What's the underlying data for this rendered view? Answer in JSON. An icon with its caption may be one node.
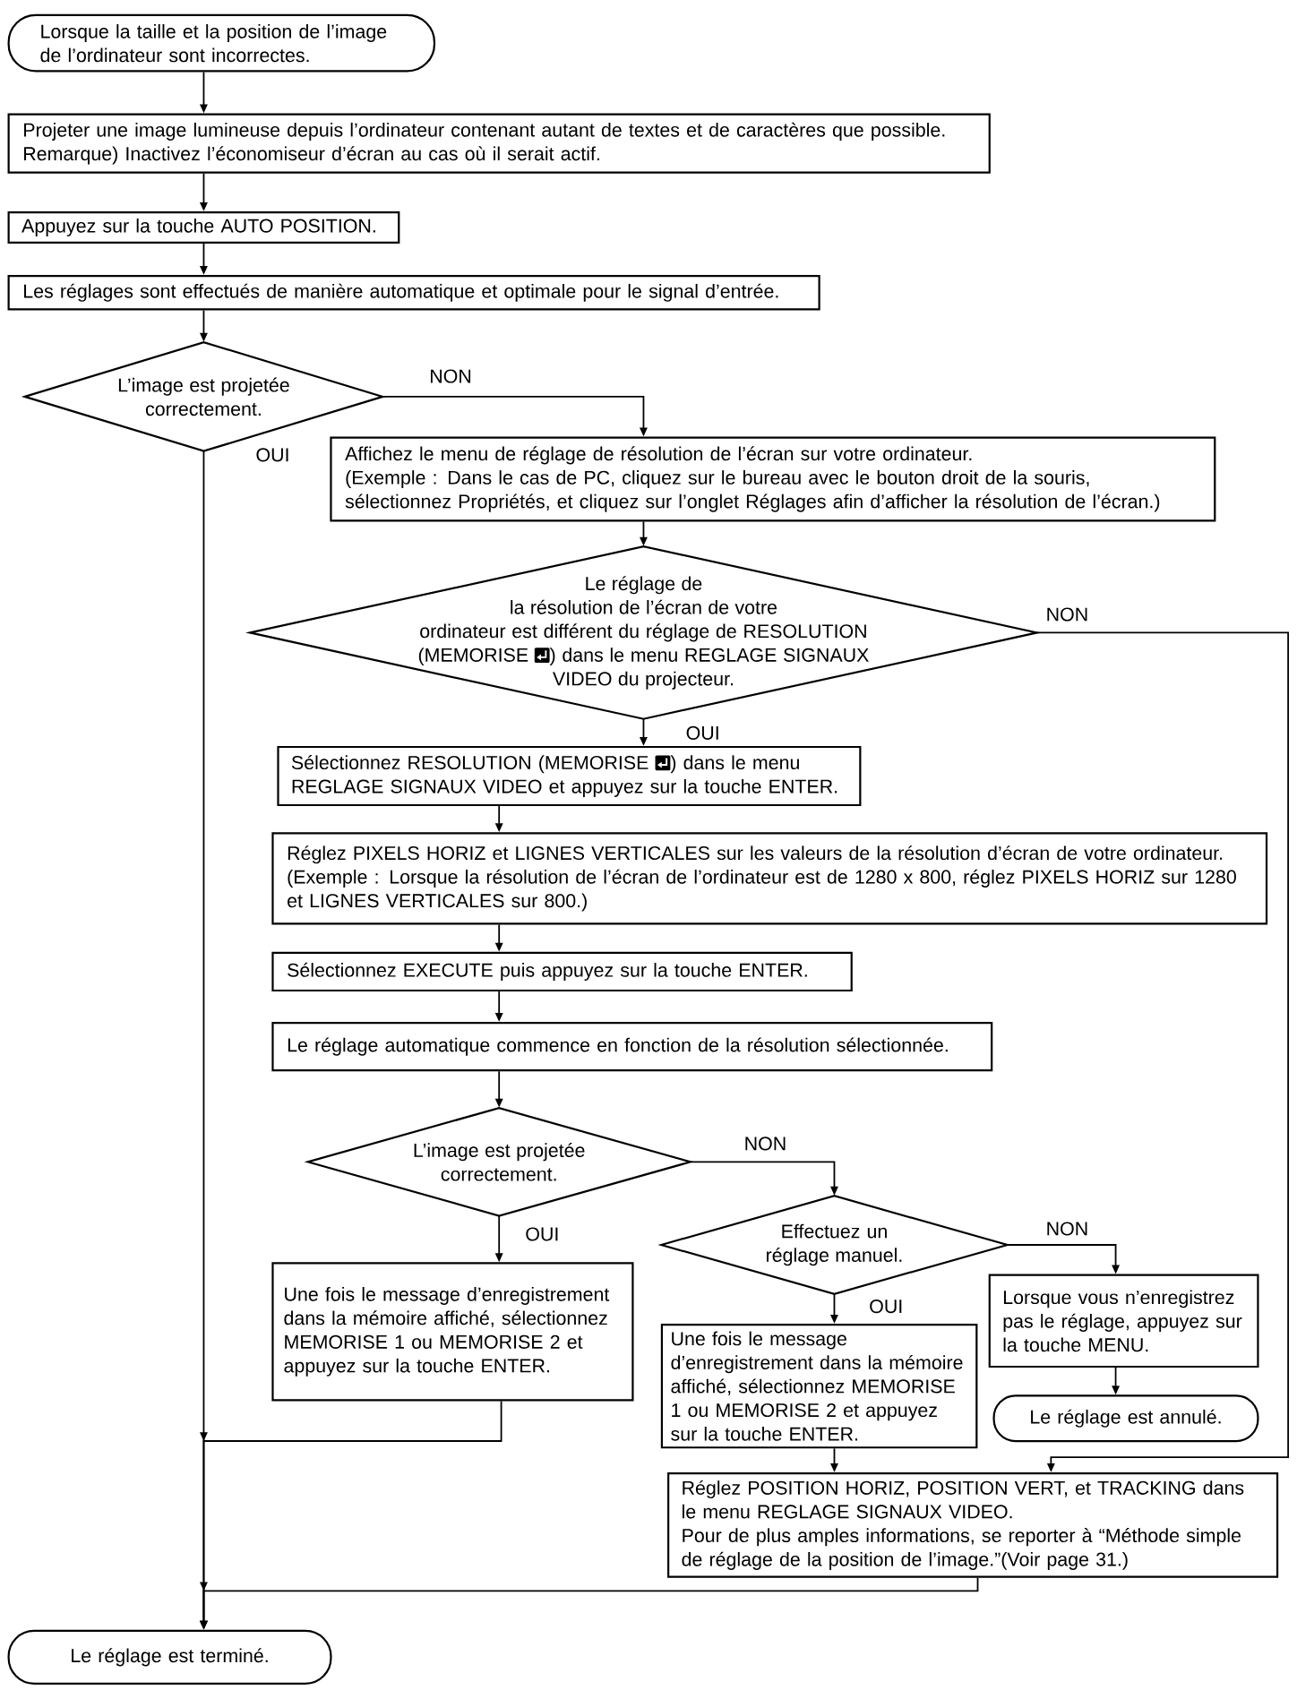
{
  "diagram": {
    "nodes": [
      {
        "text": [
          "Lorsque la taille et la position de l’image de l’ordinateur sont incorrectes."
        ]
      },
      {
        "text": [
          "Projeter une image lumineuse depuis l’ordinateur contenant autant de textes et de caractères que possible.",
          "Remarque) Inactivez l’économiseur d’écran au cas où il serait actif."
        ]
      },
      {
        "text": [
          "Appuyez sur la touche AUTO POSITION."
        ]
      },
      {
        "text": [
          "Les réglages sont effectués de manière automatique et optimale pour le signal d’entrée."
        ]
      },
      {
        "text": [
          "L’image est projetée correctement."
        ]
      },
      {
        "text": [
          "Affichez le menu de réglage de résolution de l’écran sur votre ordinateur.",
          "(Exemple : Dans le cas de PC, cliquez sur le bureau avec le bouton droit de la souris, sélectionnez Propriétés, et cliquez sur l’onglet Réglages afin d’afficher la résolution de l’écran.)"
        ]
      },
      {
        "text": [
          "Le réglage de la résolution de l’écran de votre ordinateur est différent du réglage de RESOLUTION (MEMORISE",
          ") dans le menu REGLAGE SIGNAUX VIDEO du projecteur."
        ]
      },
      {
        "text": [
          "Sélectionnez RESOLUTION (MEMORISE",
          ") dans le menu REGLAGE SIGNAUX VIDEO et appuyez sur la touche ENTER."
        ]
      },
      {
        "text": [
          "Réglez PIXELS HORIZ et LIGNES VERTICALES sur les valeurs de la résolution d’écran de votre ordinateur.",
          "(Exemple : Lorsque la résolution de l’écran de l’ordinateur est de 1280 x 800, réglez PIXELS HORIZ sur 1280 et LIGNES VERTICALES sur 800.)"
        ]
      },
      {
        "text": [
          "Sélectionnez EXECUTE puis appuyez sur la touche ENTER."
        ]
      },
      {
        "text": [
          "Le réglage automatique commence en fonction de la résolution sélectionnée."
        ]
      },
      {
        "text": [
          "L’image est projetée correctement."
        ]
      },
      {
        "text": [
          "Effectuez un réglage manuel."
        ]
      },
      {
        "text": [
          "Une fois le message d’enregistrement dans la mémoire affiché, sélectionnez MEMORISE 1 ou MEMORISE 2 et appuyez sur la touche ENTER."
        ]
      },
      {
        "text": [
          "Une fois le message d’enregistrement dans la mémoire affiché, sélectionnez MEMORISE 1 ou MEMORISE 2 et appuyez sur la touche ENTER."
        ]
      },
      {
        "text": [
          "Lorsque vous n’enregistrez pas le réglage, appuyez sur la touche MENU."
        ]
      },
      {
        "text": [
          "Le réglage est annulé."
        ]
      },
      {
        "text": [
          "Réglez POSITION HORIZ, POSITION VERT, et TRACKING dans le menu REGLAGE SIGNAUX VIDEO.",
          "Pour de plus amples informations, se reporter à “Méthode simple de réglage de la position de l’image.”(Voir page 31.)"
        ]
      },
      {
        "text": [
          "Le réglage est terminé."
        ]
      }
    ],
    "edges": [
      {
        "from": 0,
        "to": 1,
        "arrow": "to"
      },
      {
        "from": 1,
        "to": 2,
        "arrow": "to"
      },
      {
        "from": 2,
        "to": 3,
        "arrow": "to"
      },
      {
        "from": 3,
        "to": 4,
        "arrow": "to"
      },
      {
        "from": 4,
        "to": 5,
        "arrow": "to",
        "label": "NON"
      },
      {
        "from": 4,
        "to": 18,
        "arrow": "to",
        "label": "OUI"
      },
      {
        "from": 5,
        "to": 6,
        "arrow": "to"
      },
      {
        "from": 6,
        "to": 7,
        "arrow": "to",
        "label": "OUI"
      },
      {
        "from": 6,
        "to": 17,
        "arrow": "to",
        "label": "NON"
      },
      {
        "from": 7,
        "to": 8,
        "arrow": "to"
      },
      {
        "from": 8,
        "to": 9,
        "arrow": "to"
      },
      {
        "from": 9,
        "to": 10,
        "arrow": "to"
      },
      {
        "from": 10,
        "to": 11,
        "arrow": "to"
      },
      {
        "from": 11,
        "to": 12,
        "arrow": "to",
        "label": "NON"
      },
      {
        "from": 11,
        "to": 13,
        "arrow": "to",
        "label": "OUI"
      },
      {
        "from": 12,
        "to": 15,
        "arrow": "to",
        "label": "NON"
      },
      {
        "from": 12,
        "to": 14,
        "arrow": "to",
        "label": "OUI"
      },
      {
        "from": 15,
        "to": 16,
        "arrow": "to"
      },
      {
        "from": 14,
        "to": 17,
        "arrow": "to"
      },
      {
        "from": 13,
        "to": 18,
        "arrow": "to"
      },
      {
        "from": 17,
        "to": 18,
        "arrow": "to"
      }
    ]
  }
}
